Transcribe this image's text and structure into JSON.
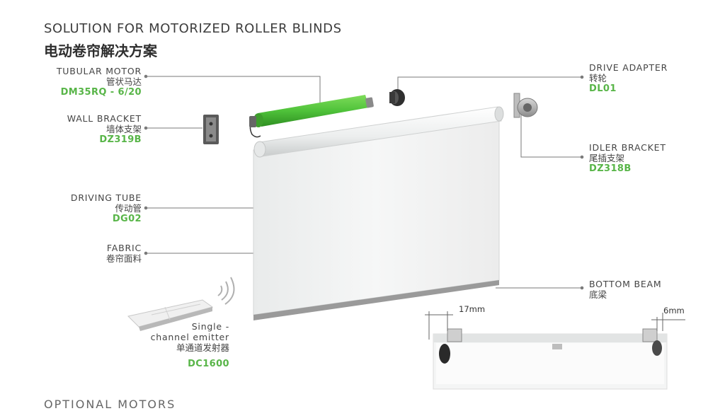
{
  "title": {
    "en": "SOLUTION FOR MOTORIZED ROLLER BLINDS",
    "cn": "电动卷帘解决方案"
  },
  "components": {
    "tubular_motor": {
      "en": "TUBULAR MOTOR",
      "cn": "管状马达",
      "code": "DM35RQ - 6/20"
    },
    "wall_bracket": {
      "en": "WALL BRACKET",
      "cn": "墙体支架",
      "code": "DZ319B"
    },
    "driving_tube": {
      "en": "DRIVING TUBE",
      "cn": "传动管",
      "code": "DG02"
    },
    "fabric": {
      "en": "FABRIC",
      "cn": "卷帘面料"
    },
    "drive_adapter": {
      "en": "DRIVE ADAPTER",
      "cn": "转轮",
      "code": "DL01"
    },
    "idler_bracket": {
      "en": "IDLER BRACKET",
      "cn": "尾插支架",
      "code": "DZ318B"
    },
    "bottom_beam": {
      "en": "BOTTOM BEAM",
      "cn": "底梁"
    },
    "emitter": {
      "en_line1": "Single -",
      "en_line2": "channel emitter",
      "cn": "单通道发射器",
      "code": "DC1600"
    }
  },
  "dimensions": {
    "left_gap": "17mm",
    "right_gap": "6mm"
  },
  "footer_partial": "OPTIONAL MOTORS",
  "colors": {
    "accent_green": "#58b548",
    "motor_green": "#4fc23a",
    "leader_line": "#7a7a7a",
    "fabric": "#f3f4f4",
    "beam": "#9a9a9a"
  }
}
